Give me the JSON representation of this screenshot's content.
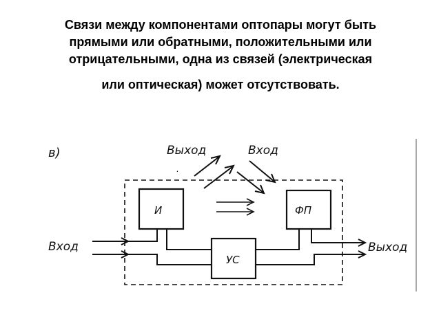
{
  "caption": {
    "line1": "Связи между компонентами оптопары могут быть",
    "line2": "прямыми или обратными, положительными или",
    "line3": "отрицательными, одна из связей (электрическая",
    "line4": "или оптическая) может отсутствовать."
  },
  "figure": {
    "panel_label": "в)",
    "input_left": "Вход",
    "output_right": "Выход",
    "output_top": "Выход",
    "input_top": "Вход",
    "block_emitter": "И",
    "block_photodetector": "ФП",
    "block_amplifier": "УС"
  }
}
